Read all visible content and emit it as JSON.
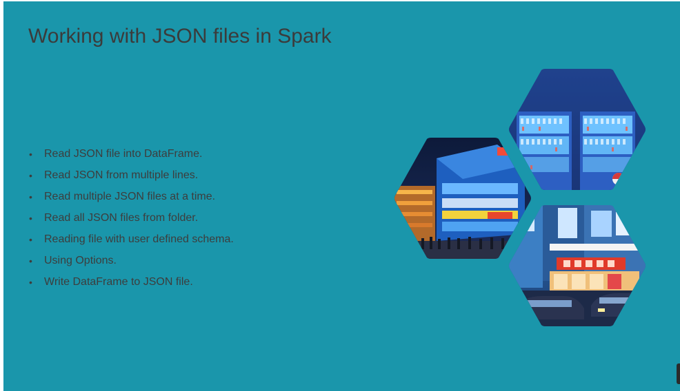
{
  "slide": {
    "title": "Working with JSON files in Spark",
    "bullets": [
      "Read JSON file into DataFrame.",
      "Read JSON from multiple lines.",
      "Read multiple JSON files at a time.",
      "Read all JSON files from folder.",
      "Reading file with user defined schema.",
      "Using Options.",
      "Write DataFrame to JSON file."
    ],
    "bullet_glyph": "•"
  },
  "images": {
    "top": "vending-machines-photo",
    "left": "neon-building-street-photo",
    "bottom": "neon-street-taxis-photo"
  },
  "colors": {
    "background": "#1a96ab",
    "text": "#3d3d3d"
  }
}
